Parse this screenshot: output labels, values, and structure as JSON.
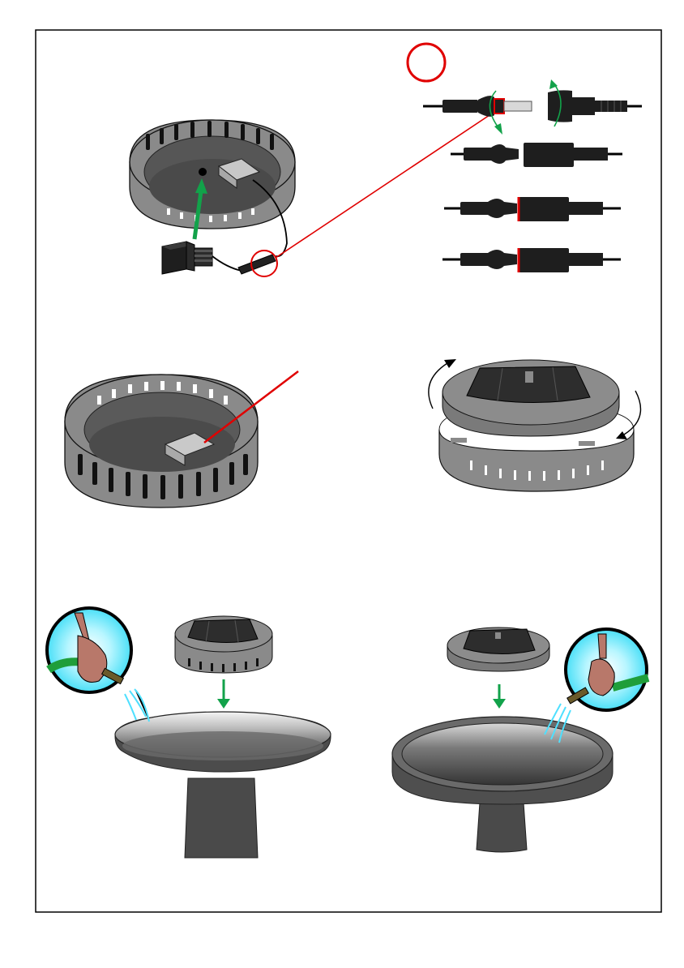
{
  "page": {
    "background": "#ffffff",
    "frame_color": "#000000"
  },
  "colors": {
    "housing_gray": "#8a8a8a",
    "housing_dark": "#5e5e5e",
    "interior_dark": "#4f4f4f",
    "connector_black": "#1e1e1e",
    "seal_red": "#e00000",
    "arrow_green": "#12a24a",
    "water_cyan": "#4fe0ff",
    "hose_green": "#1f9e3a",
    "skin": "#b8786a",
    "basin_light": "#d0d0d0",
    "basin_dark": "#4a4a4a",
    "solar_panel": "#2d2d2d"
  },
  "icons": {
    "callout_circle": "red-circle-icon",
    "flow_arrow": "green-arrow-icon",
    "rotate_arrow": "curved-arrow-icon",
    "fill_water": "hand-hose-icon"
  },
  "steps": [
    {
      "id": "connect-pump",
      "illustration": "pump-and-cable-connector"
    },
    {
      "id": "cable-routing",
      "illustration": "housing-with-cable-line"
    },
    {
      "id": "twist-lid",
      "illustration": "solar-lid-rotate"
    },
    {
      "id": "fill-basin-left",
      "illustration": "fountain-placement-left"
    },
    {
      "id": "fill-basin-right",
      "illustration": "fountain-placement-right"
    }
  ]
}
